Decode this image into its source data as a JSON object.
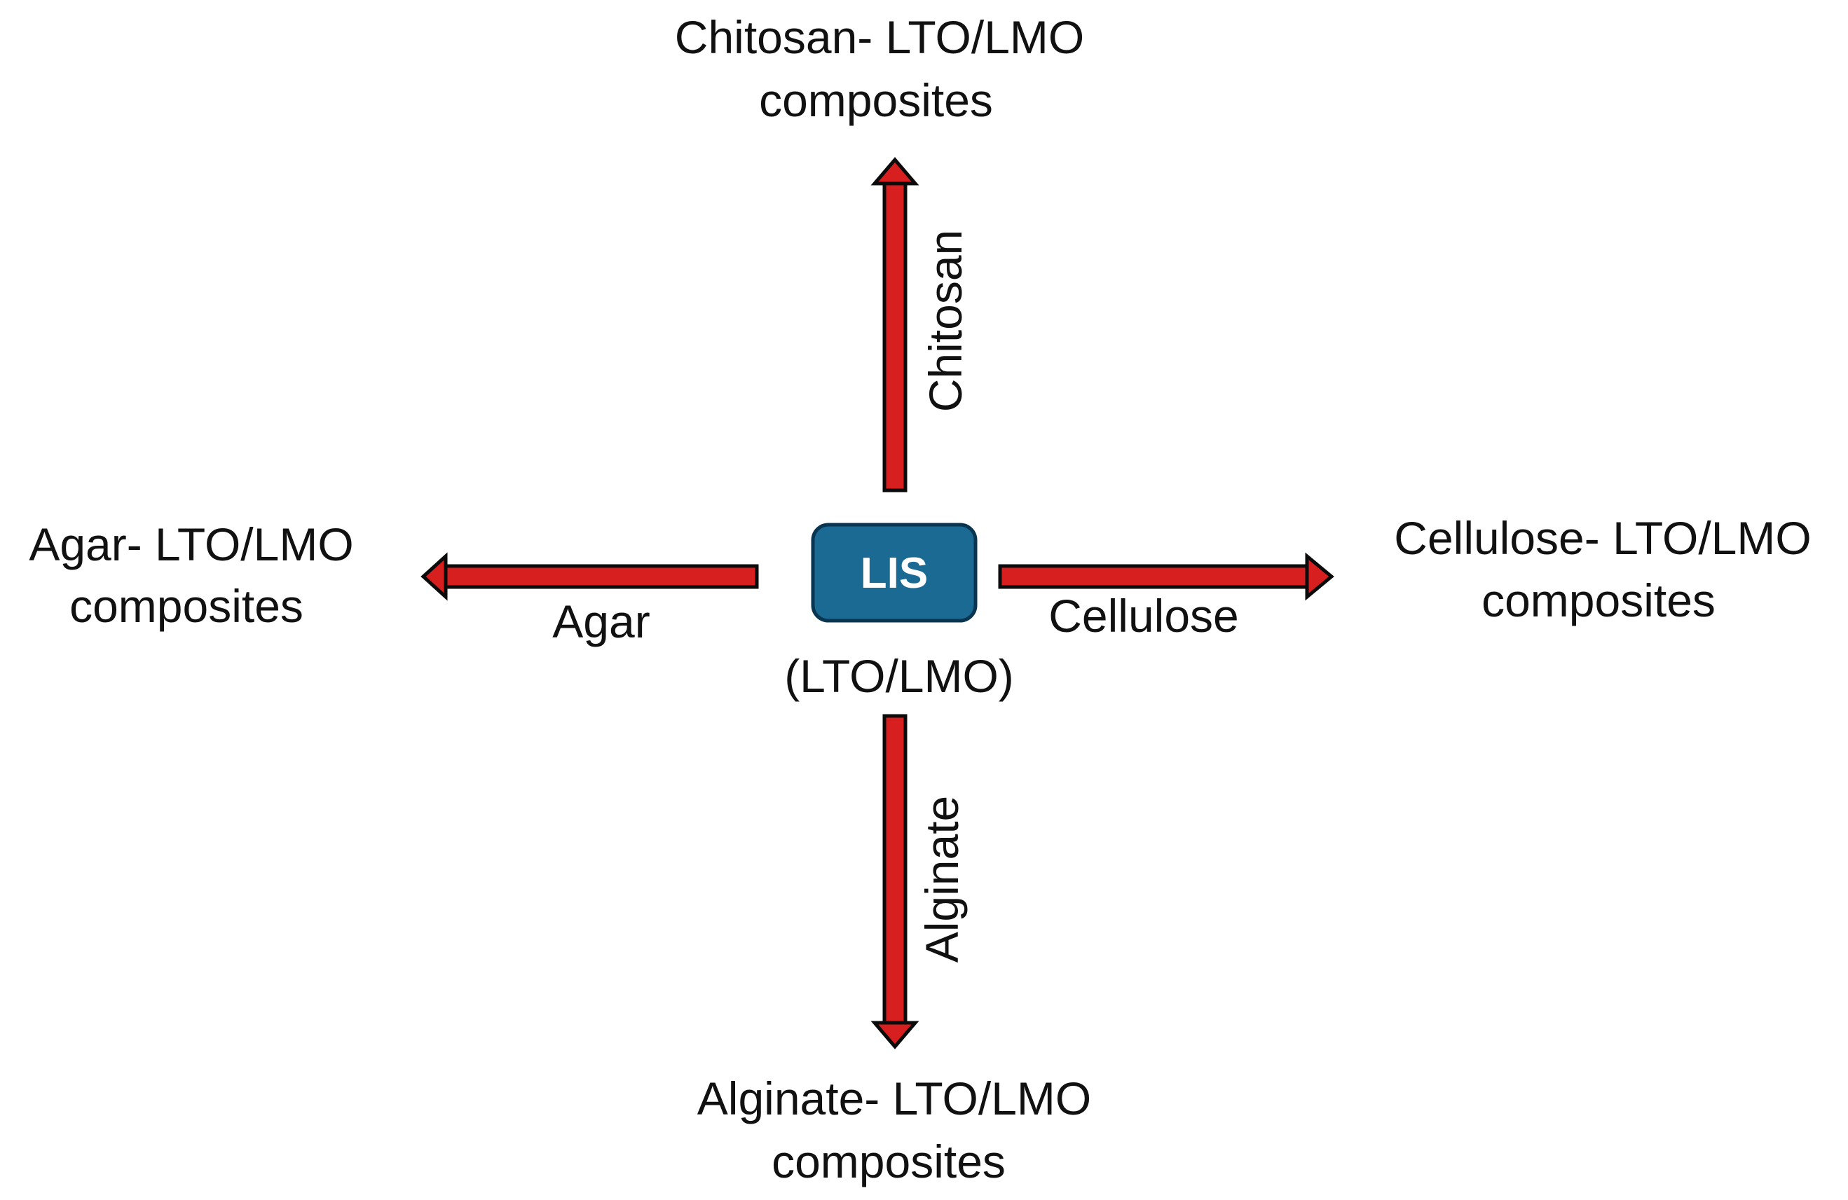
{
  "colors": {
    "arrow_fill": "#d81f1f",
    "arrow_outline": "#0b0b0b",
    "box_fill": "#1a6a93",
    "box_text": "#ffffff",
    "text": "#111111"
  },
  "center": {
    "box_label": "LIS",
    "sub_label": "(LTO/LMO)"
  },
  "branches": {
    "top": {
      "arrow_label": "Chitosan",
      "target_line1": "Chitosan- LTO/LMO",
      "target_line2": "composites"
    },
    "left": {
      "arrow_label": "Agar",
      "target_line1": "Agar- LTO/LMO",
      "target_line2": "composites"
    },
    "right": {
      "arrow_label": "Cellulose",
      "target_line1": "Cellulose- LTO/LMO",
      "target_line2": "composites"
    },
    "bottom": {
      "arrow_label": "Alginate",
      "target_line1": "Alginate- LTO/LMO",
      "target_line2": "composites"
    }
  }
}
